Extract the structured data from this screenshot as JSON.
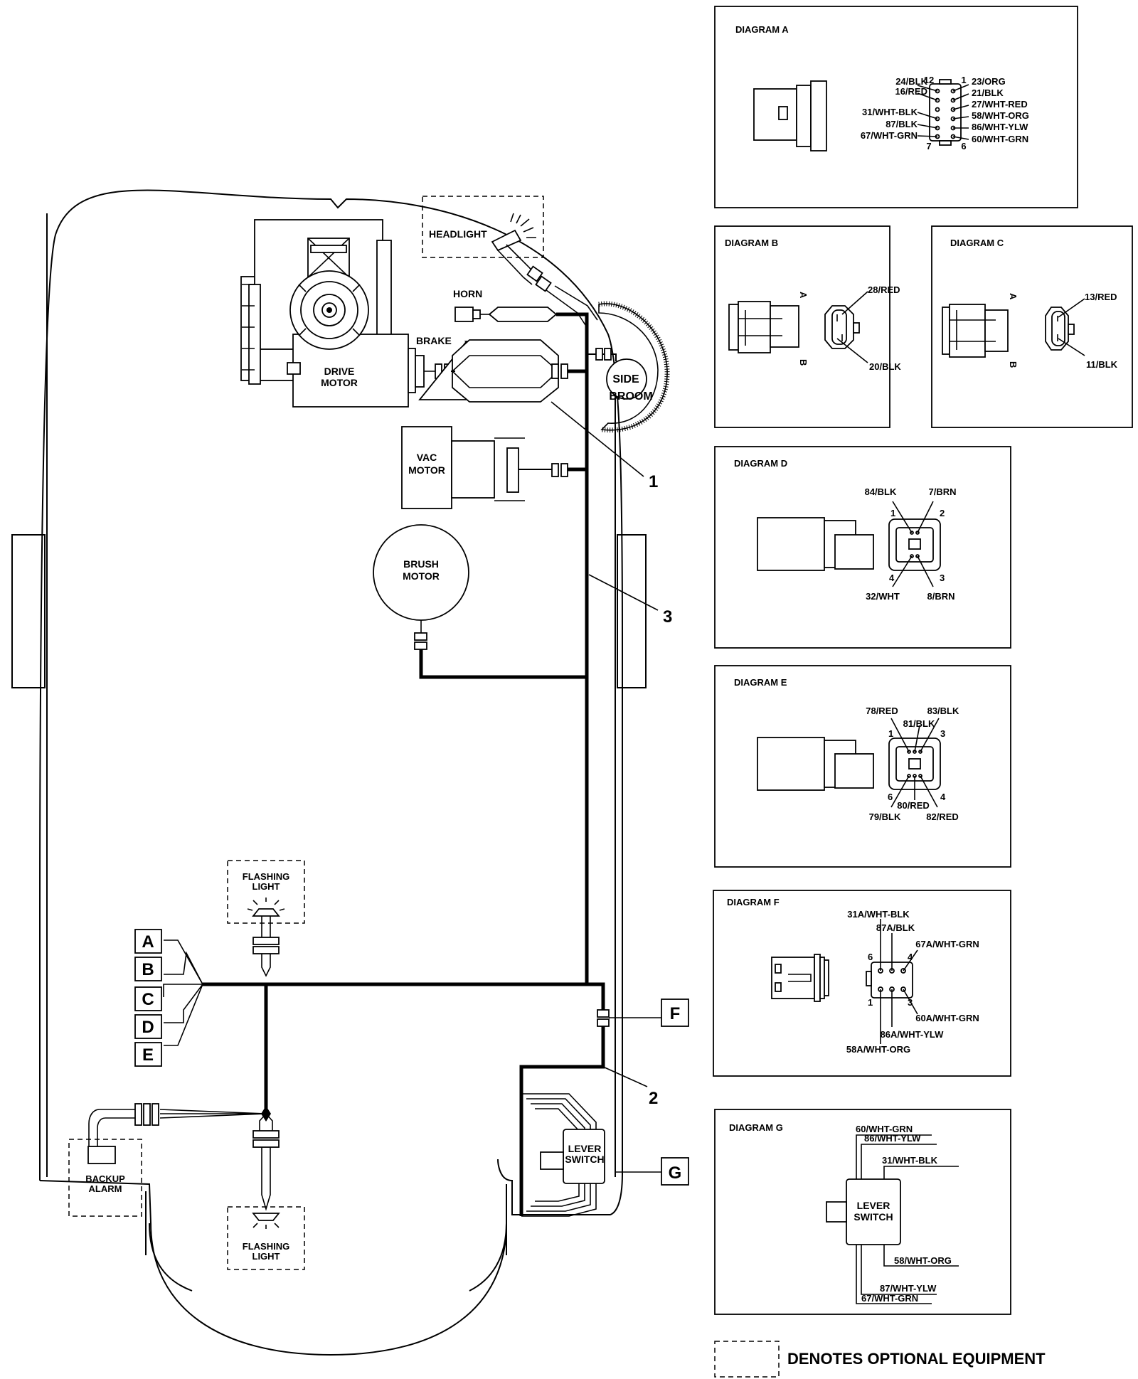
{
  "main": {
    "headlight": "HEADLIGHT",
    "horn": "HORN",
    "brake": "BRAKE",
    "drive_motor": [
      "DRIVE",
      "MOTOR"
    ],
    "side_broom": [
      "SIDE",
      "BROOM"
    ],
    "vac_motor": [
      "VAC",
      "MOTOR"
    ],
    "brush_motor": [
      "BRUSH",
      "MOTOR"
    ],
    "flashing_light": [
      "FLASHING",
      "LIGHT"
    ],
    "backup_alarm": [
      "BACKUP",
      "ALARM"
    ],
    "lever_switch": [
      "LEVER",
      "SWITCH"
    ],
    "callouts": [
      "1",
      "2",
      "3"
    ],
    "connector_labels": [
      "A",
      "B",
      "C",
      "D",
      "E"
    ],
    "box_f": "F",
    "box_g": "G"
  },
  "diagram_a": {
    "title": "DIAGRAM A",
    "left_labels": [
      "24/BLK",
      "16/RED",
      "31/WHT-BLK",
      "87/BLK",
      "67/WHT-GRN"
    ],
    "right_labels": [
      "23/ORG",
      "21/BLK",
      "27/WHT-RED",
      "58/WHT-ORG",
      "86/WHT-YLW",
      "60/WHT-GRN"
    ],
    "pins": [
      "12",
      "1",
      "7",
      "6"
    ]
  },
  "diagram_b": {
    "title": "DIAGRAM B",
    "labels": [
      "28/RED",
      "20/BLK"
    ],
    "side": [
      "A",
      "B"
    ]
  },
  "diagram_c": {
    "title": "DIAGRAM C",
    "labels": [
      "13/RED",
      "11/BLK"
    ],
    "side": [
      "A",
      "B"
    ]
  },
  "diagram_d": {
    "title": "DIAGRAM D",
    "labels": [
      "84/BLK",
      "7/BRN",
      "32/WHT",
      "8/BRN"
    ],
    "pins": [
      "1",
      "2",
      "4",
      "3"
    ]
  },
  "diagram_e": {
    "title": "DIAGRAM E",
    "labels": [
      "78/RED",
      "83/BLK",
      "81/BLK",
      "80/RED",
      "79/BLK",
      "82/RED"
    ],
    "pins": [
      "1",
      "3",
      "6",
      "4"
    ]
  },
  "diagram_f": {
    "title": "DIAGRAM F",
    "labels": [
      "31A/WHT-BLK",
      "87A/BLK",
      "67A/WHT-GRN",
      "60A/WHT-GRN",
      "86A/WHT-YLW",
      "58A/WHT-ORG"
    ],
    "pins": [
      "6",
      "4",
      "1",
      "3"
    ]
  },
  "diagram_g": {
    "title": "DIAGRAM G",
    "labels": [
      "60/WHT-GRN",
      "86/WHT-YLW",
      "31/WHT-BLK",
      "58/WHT-ORG",
      "87/WHT-YLW",
      "67/WHT-GRN"
    ],
    "switch": [
      "LEVER",
      "SWITCH"
    ]
  },
  "legend": "DENOTES OPTIONAL EQUIPMENT"
}
